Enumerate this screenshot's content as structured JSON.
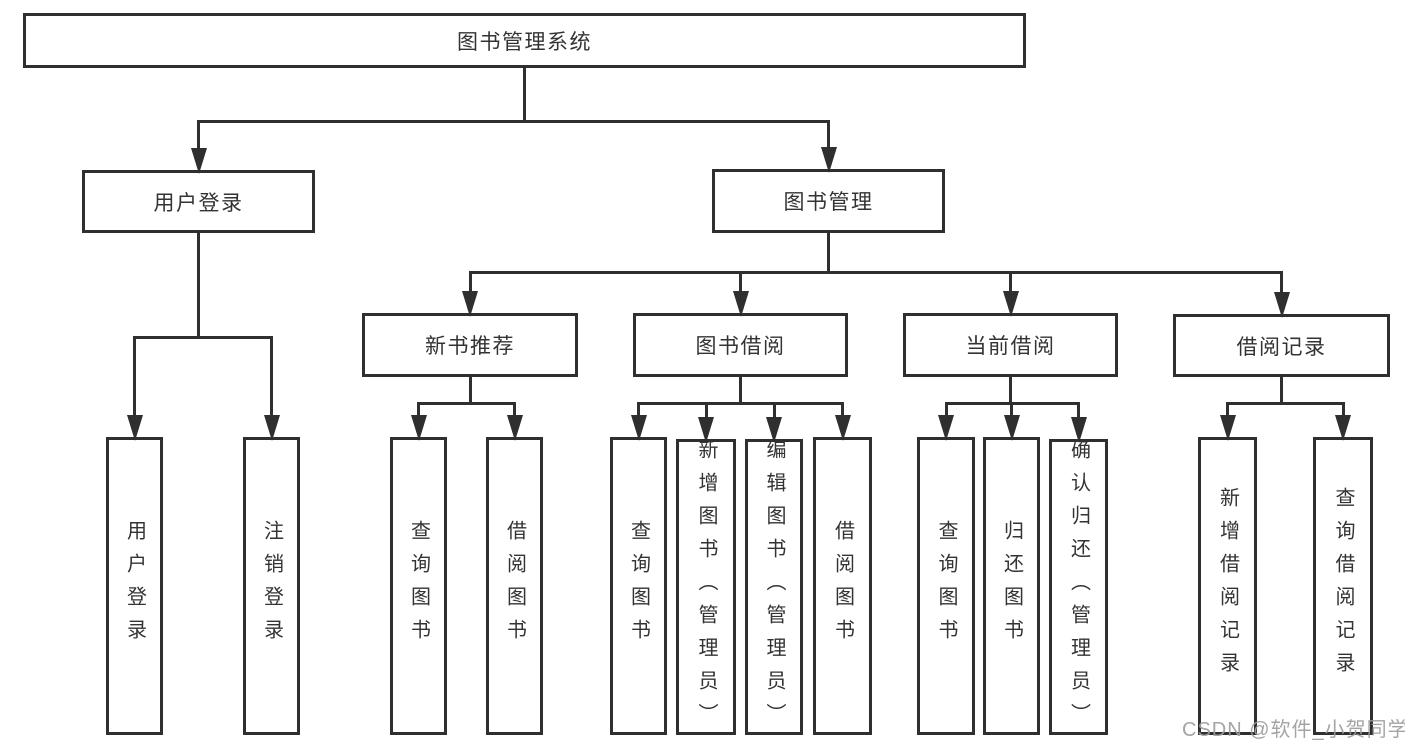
{
  "diagram": {
    "nodes": [
      {
        "id": "system",
        "label": "图书管理系统",
        "parent": null
      },
      {
        "id": "user-login",
        "label": "用户登录",
        "parent": "system"
      },
      {
        "id": "book-mgmt",
        "label": "图书管理",
        "parent": "system"
      },
      {
        "id": "user-login-action",
        "label": "用户登录",
        "parent": "user-login"
      },
      {
        "id": "logout",
        "label": "注销登录",
        "parent": "user-login"
      },
      {
        "id": "new-book-rec",
        "label": "新书推荐",
        "parent": "book-mgmt"
      },
      {
        "id": "book-borrow",
        "label": "图书借阅",
        "parent": "book-mgmt"
      },
      {
        "id": "current-borrow",
        "label": "当前借阅",
        "parent": "book-mgmt"
      },
      {
        "id": "borrow-records",
        "label": "借阅记录",
        "parent": "book-mgmt"
      },
      {
        "id": "query-books-new",
        "label": "查询图书",
        "parent": "new-book-rec"
      },
      {
        "id": "borrow-books-new",
        "label": "借阅图书",
        "parent": "new-book-rec"
      },
      {
        "id": "query-books-borrow",
        "label": "查询图书",
        "parent": "book-borrow"
      },
      {
        "id": "add-books-admin",
        "label": "新增图书（管理员）",
        "parent": "book-borrow"
      },
      {
        "id": "edit-books-admin",
        "label": "编辑图书（管理员）",
        "parent": "book-borrow"
      },
      {
        "id": "borrow-books",
        "label": "借阅图书",
        "parent": "book-borrow"
      },
      {
        "id": "query-books-current",
        "label": "查询图书",
        "parent": "current-borrow"
      },
      {
        "id": "return-books",
        "label": "归还图书",
        "parent": "current-borrow"
      },
      {
        "id": "confirm-return-admin",
        "label": "确认归还（管理员）",
        "parent": "current-borrow"
      },
      {
        "id": "add-borrow-record",
        "label": "新增借阅记录",
        "parent": "borrow-records"
      },
      {
        "id": "query-borrow-record",
        "label": "查询借阅记录",
        "parent": "borrow-records"
      }
    ]
  },
  "watermark": {
    "text": "CSDN @软件_小贺同学"
  },
  "colors": {
    "line": "#2f2f2f",
    "text": "#333333",
    "background": "#ffffff",
    "watermark": "#9d9d9d"
  }
}
